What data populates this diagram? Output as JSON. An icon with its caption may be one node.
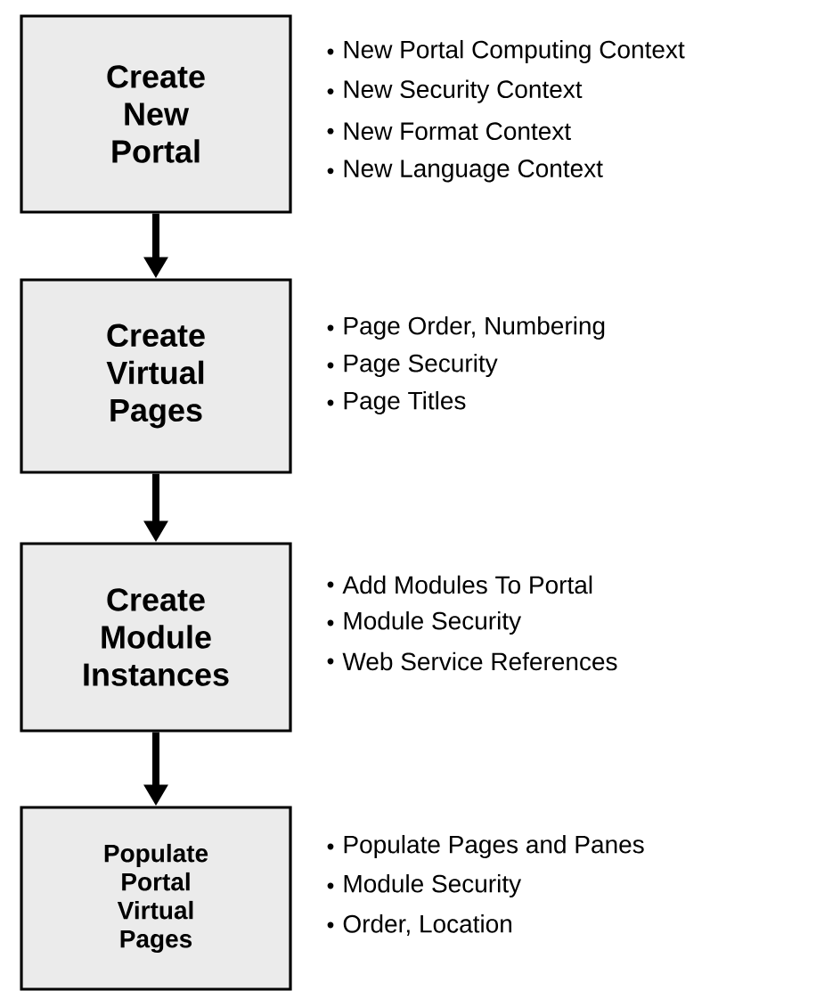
{
  "diagram": {
    "nodes": [
      {
        "text": [
          "Create New Portal"
        ],
        "beside": [
          "New Portal Computing Context",
          "New Security Context",
          "New Format Context",
          "New Language Context"
        ]
      },
      {
        "text": [
          "Create Virtual Pages"
        ],
        "beside": [
          "Page Order, Numbering",
          "Page Security",
          "Page Titles"
        ]
      },
      {
        "text": [
          "Create Module Instances"
        ],
        "beside": [
          "Add Modules To Portal",
          "Module Security",
          "Web Service References"
        ]
      },
      {
        "text": [
          "Populate Portal Virtual Pages"
        ],
        "beside": [
          "Populate Pages and Panes",
          "Module Security",
          "Order, Location"
        ]
      }
    ],
    "edges": [
      {
        "from": 0,
        "to": 1,
        "arrow": "to"
      },
      {
        "from": 1,
        "to": 2,
        "arrow": "to"
      },
      {
        "from": 2,
        "to": 3,
        "arrow": "to"
      }
    ]
  }
}
